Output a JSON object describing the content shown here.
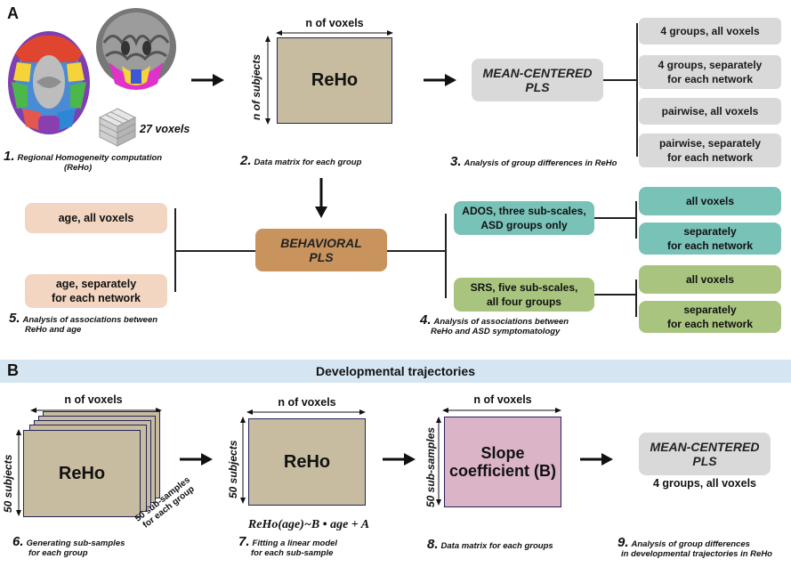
{
  "panelA": {
    "letter": "A",
    "voxels_label": "27 voxels",
    "step1": {
      "num": "1.",
      "text_line1": "Regional Homogeneity computation",
      "text_line2": "(ReHo)"
    },
    "step2": {
      "num": "2.",
      "text": "Data matrix for each group",
      "matrix_label": "ReHo",
      "cols_label": "n of voxels",
      "rows_label": "n of subjects"
    },
    "step3": {
      "num": "3.",
      "text": "Analysis of group differences in ReHo",
      "box_line1": "MEAN-CENTERED",
      "box_line2": "PLS"
    },
    "pls_options": [
      {
        "line1": "4 groups, all voxels",
        "line2": ""
      },
      {
        "line1": "4 groups, separately",
        "line2": "for each network"
      },
      {
        "line1": "pairwise, all voxels",
        "line2": ""
      },
      {
        "line1": "pairwise, separately",
        "line2": "for each network"
      }
    ],
    "behavioral": {
      "line1": "BEHAVIORAL",
      "line2": "PLS"
    },
    "age_options": [
      {
        "line1": "age, all voxels",
        "line2": ""
      },
      {
        "line1": "age, separately",
        "line2": "for each network"
      }
    ],
    "step5": {
      "num": "5.",
      "text_line1": "Analysis of associations between",
      "text_line2": "ReHo and age"
    },
    "ados": {
      "line1": "ADOS, three sub-scales,",
      "line2": "ASD groups only"
    },
    "srs": {
      "line1": "SRS, five sub-scales,",
      "line2": "all four groups"
    },
    "ados_options": [
      {
        "line1": "all voxels",
        "line2": ""
      },
      {
        "line1": "separately",
        "line2": "for each network"
      }
    ],
    "srs_options": [
      {
        "line1": "all voxels",
        "line2": ""
      },
      {
        "line1": "separately",
        "line2": "for each network"
      }
    ],
    "step4": {
      "num": "4.",
      "text_line1": "Analysis of associations between",
      "text_line2": "ReHo and ASD symptomatology"
    }
  },
  "panelB": {
    "letter": "B",
    "title": "Developmental trajectories",
    "step6": {
      "num": "6.",
      "text_line1": "Generating sub-samples",
      "text_line2": "for each group",
      "matrix_label": "ReHo",
      "cols_label": "n of voxels",
      "rows_label": "50 subjects",
      "stack_line1": "50 sub-samples",
      "stack_line2": "for each group"
    },
    "step7": {
      "num": "7.",
      "text_line1": "Fitting a linear model",
      "text_line2": "for each sub-sample",
      "matrix_label": "ReHo",
      "cols_label": "n of voxels",
      "rows_label": "50 subjects",
      "formula": "ReHo(age)~B • age + A"
    },
    "step8": {
      "num": "8.",
      "text": "Data matrix for each groups",
      "matrix_line1": "Slope",
      "matrix_line2": "coefficient (B)",
      "cols_label": "n of voxels",
      "rows_label": "50 sub-samples"
    },
    "step9": {
      "num": "9.",
      "text_line1": "Analysis of group differences",
      "text_line2": "in developmental trajectories in ReHo",
      "box_line1": "MEAN-CENTERED",
      "box_line2": "PLS",
      "sub_label": "4 groups, all voxels"
    }
  },
  "colors": {
    "matrix": "#c8bca0",
    "slope_matrix": "#dcb4c8",
    "gray": "#d9d9d9",
    "peach": "#f3d6c2",
    "teal": "#79c2b8",
    "green": "#a9c47f",
    "behavioral": "#c9935e",
    "band": "#d5e6f2"
  }
}
